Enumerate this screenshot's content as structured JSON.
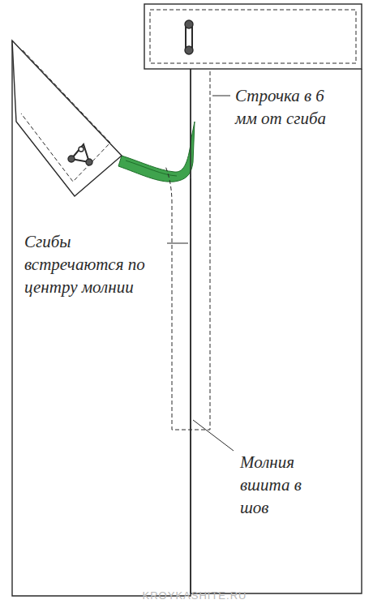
{
  "diagram": {
    "labels": [
      "Строчка в 6 мм от сгиба",
      "Сгибы встречаются по центру молнии",
      "Молния вшита в шов",
      "KROYKASHITE.RU"
    ]
  }
}
